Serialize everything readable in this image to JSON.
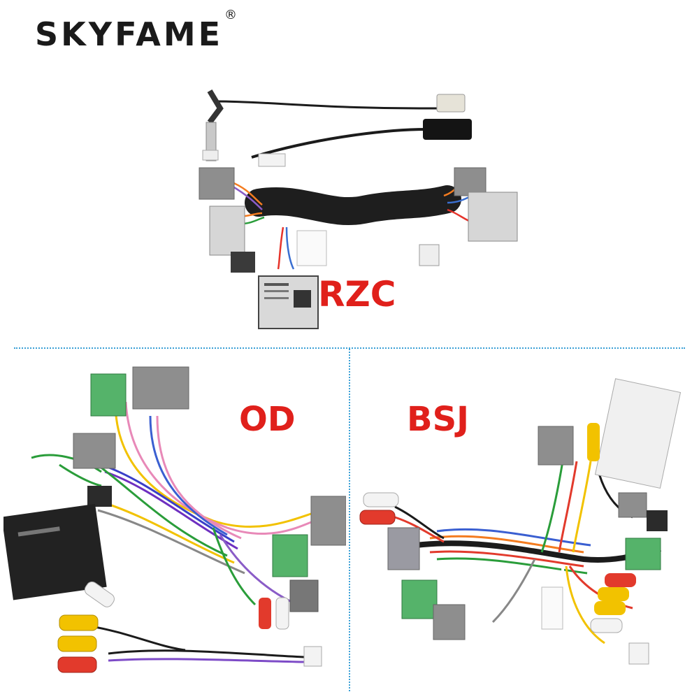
{
  "brand": {
    "name": "SKYFAME",
    "mark": "®"
  },
  "labels": {
    "top": "RZC",
    "left": "OD",
    "right": "BSJ"
  },
  "colors": {
    "label": "#e0201b",
    "divider": "#3aa0d6"
  }
}
